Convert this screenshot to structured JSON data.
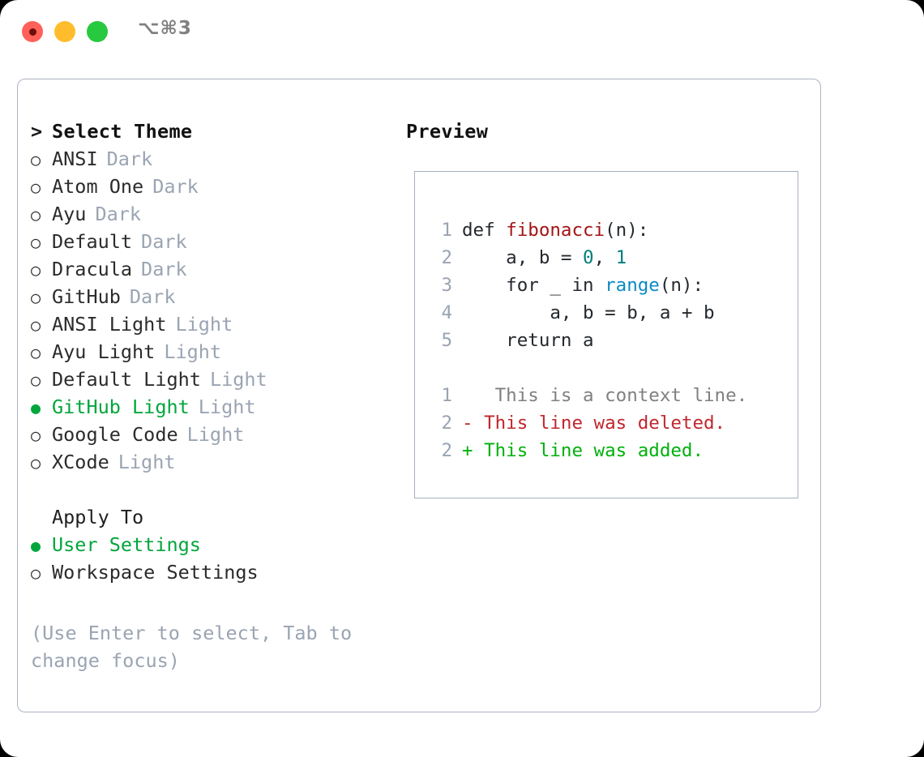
{
  "window": {
    "shortcut": "⌥⌘3",
    "traffic_lights": [
      {
        "name": "close",
        "color": "#ff6159"
      },
      {
        "name": "minimize",
        "color": "#ffbd2e"
      },
      {
        "name": "zoom",
        "color": "#27c93f"
      }
    ]
  },
  "theme_picker": {
    "heading": "Select Theme",
    "caret": ">",
    "marker_empty": "○",
    "marker_filled": "●",
    "items": [
      {
        "label": "ANSI",
        "tag": "Dark",
        "selected": false
      },
      {
        "label": "Atom One",
        "tag": "Dark",
        "selected": false
      },
      {
        "label": "Ayu",
        "tag": "Dark",
        "selected": false
      },
      {
        "label": "Default",
        "tag": "Dark",
        "selected": false
      },
      {
        "label": "Dracula",
        "tag": "Dark",
        "selected": false
      },
      {
        "label": "GitHub",
        "tag": "Dark",
        "selected": false
      },
      {
        "label": "ANSI Light",
        "tag": "Light",
        "selected": false
      },
      {
        "label": "Ayu Light",
        "tag": "Light",
        "selected": false
      },
      {
        "label": "Default Light",
        "tag": "Light",
        "selected": false
      },
      {
        "label": "GitHub Light",
        "tag": "Light",
        "selected": true
      },
      {
        "label": "Google Code",
        "tag": "Light",
        "selected": false
      },
      {
        "label": "XCode",
        "tag": "Light",
        "selected": false
      }
    ]
  },
  "apply_to": {
    "heading": "Apply To",
    "options": [
      {
        "label": "User Settings",
        "selected": true
      },
      {
        "label": "Workspace Settings",
        "selected": false
      }
    ]
  },
  "hint": "(Use Enter to select, Tab to change focus)",
  "preview": {
    "title": "Preview",
    "code_lines": [
      {
        "no": "1",
        "tokens": [
          {
            "text": "def ",
            "kind": "plain"
          },
          {
            "text": "fibonacci",
            "kind": "fn"
          },
          {
            "text": "(n):",
            "kind": "plain"
          }
        ]
      },
      {
        "no": "2",
        "tokens": [
          {
            "text": "    a, b = ",
            "kind": "plain"
          },
          {
            "text": "0",
            "kind": "num"
          },
          {
            "text": ", ",
            "kind": "plain"
          },
          {
            "text": "1",
            "kind": "num"
          }
        ]
      },
      {
        "no": "3",
        "tokens": [
          {
            "text": "    for _ in ",
            "kind": "plain"
          },
          {
            "text": "range",
            "kind": "kwfn"
          },
          {
            "text": "(n):",
            "kind": "plain"
          }
        ]
      },
      {
        "no": "4",
        "tokens": [
          {
            "text": "        a, b = b, a + b",
            "kind": "plain"
          }
        ]
      },
      {
        "no": "5",
        "tokens": [
          {
            "text": "    return a",
            "kind": "plain"
          }
        ]
      }
    ],
    "diff_lines": [
      {
        "no": "1",
        "marker": " ",
        "text": "  This is a context line.",
        "kind": "ctx"
      },
      {
        "no": "2",
        "marker": "-",
        "text": " This line was deleted.",
        "kind": "del"
      },
      {
        "no": "2",
        "marker": "+",
        "text": " This line was added.",
        "kind": "add"
      }
    ]
  },
  "colors": {
    "accent_green": "#00a63c",
    "muted": "#9aa4b2",
    "border": "#adb5c2",
    "diff_add": "#00b00c",
    "diff_del": "#c0272d",
    "fn": "#a31515",
    "num": "#007d7d",
    "builtin": "#0b8bc4"
  }
}
